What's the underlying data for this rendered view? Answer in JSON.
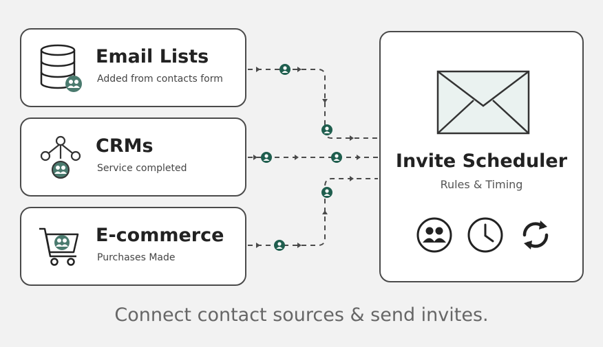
{
  "sources": [
    {
      "title": "Email Lists",
      "subtitle": "Added from contacts form",
      "icon": "database-icon"
    },
    {
      "title": "CRMs",
      "subtitle": "Service completed",
      "icon": "network-icon"
    },
    {
      "title": "E-commerce",
      "subtitle": "Purchases Made",
      "icon": "shopping-cart-icon"
    }
  ],
  "scheduler": {
    "title": "Invite Scheduler",
    "subtitle": "Rules & Timing",
    "icons": [
      "envelope-icon",
      "people-circle-icon",
      "clock-icon",
      "refresh-icon"
    ]
  },
  "caption": "Connect contact sources & send invites.",
  "colors": {
    "accent": "#1f5e4e",
    "border": "#4a4a4a",
    "background": "#f2f2f2",
    "envelope_fill": "#eaf2f0"
  }
}
